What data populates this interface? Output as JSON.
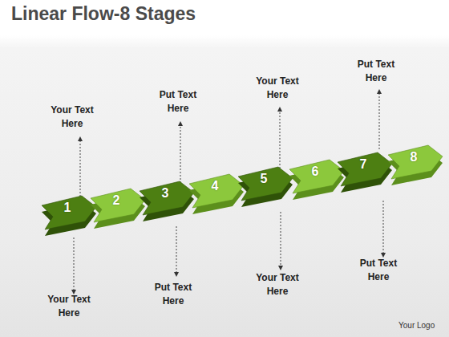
{
  "diagram": {
    "title": "Linear Flow-8 Stages",
    "nodes": [
      {
        "text": [
          "1"
        ]
      },
      {
        "text": [
          "2"
        ]
      },
      {
        "text": [
          "3"
        ]
      },
      {
        "text": [
          "4"
        ]
      },
      {
        "text": [
          "5"
        ]
      },
      {
        "text": [
          "6"
        ]
      },
      {
        "text": [
          "7"
        ]
      },
      {
        "text": [
          "8"
        ]
      }
    ],
    "labels": [
      "Your Text Here",
      "Put Text Here",
      "Your Text Here",
      "Put Text Here",
      "Your Text Here",
      "Put Text Here",
      "Your Text Here",
      "Put Text Here",
      "Your Logo"
    ]
  }
}
